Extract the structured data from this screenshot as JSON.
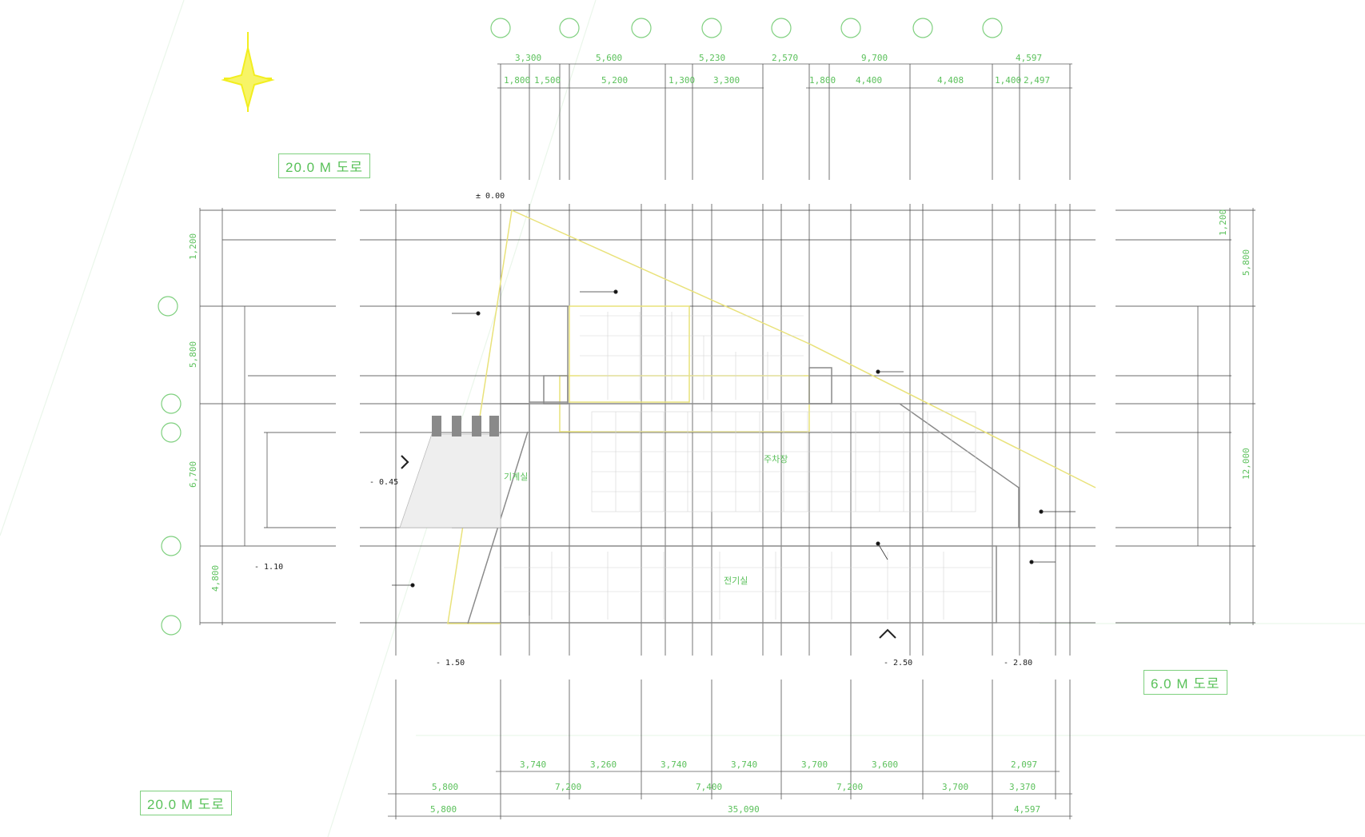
{
  "roads": {
    "top_left": "20.0 M 도로",
    "bottom_left": "20.0 M 도로",
    "bottom_right": "6.0 M 도로"
  },
  "levels": {
    "origin": "± 0.00",
    "l_045": "- 0.45",
    "l_110": "- 1.10",
    "l_150": "- 1.50",
    "l_250": "- 2.50",
    "l_280": "- 2.80"
  },
  "dimensions": {
    "top_row1": [
      "3,300",
      "5,600",
      "5,230",
      "2,570",
      "9,700",
      "4,597"
    ],
    "top_row2": [
      "1,800",
      "1,500",
      "5,200",
      "1,300",
      "3,300",
      "1,800",
      "4,400",
      "4,408",
      "1,400",
      "2,497"
    ],
    "bottom_row1": [
      "3,740",
      "3,260",
      "3,740",
      "3,740",
      "3,700",
      "3,600",
      "2,097"
    ],
    "bottom_row2": [
      "5,800",
      "7,200",
      "7,400",
      "7,200",
      "3,700",
      "3,370"
    ],
    "bottom_row3": [
      "5,800",
      "35,090",
      "4,597"
    ],
    "left_vertical": [
      "1,200",
      "5,800",
      "6,700",
      "4,800"
    ],
    "right_vertical": [
      "1,200",
      "5,800",
      "12,000"
    ]
  },
  "room_labels": {
    "room_a": "주차장",
    "room_b": "기계실",
    "room_c": "전기실"
  },
  "colors": {
    "grid_line": "#2e2e2e",
    "dimension_green": "#5cc15c",
    "wall_yellow": "#e9e27a",
    "annotation_cyan": "#38c9d4",
    "north_star": "#f2ee1f"
  }
}
